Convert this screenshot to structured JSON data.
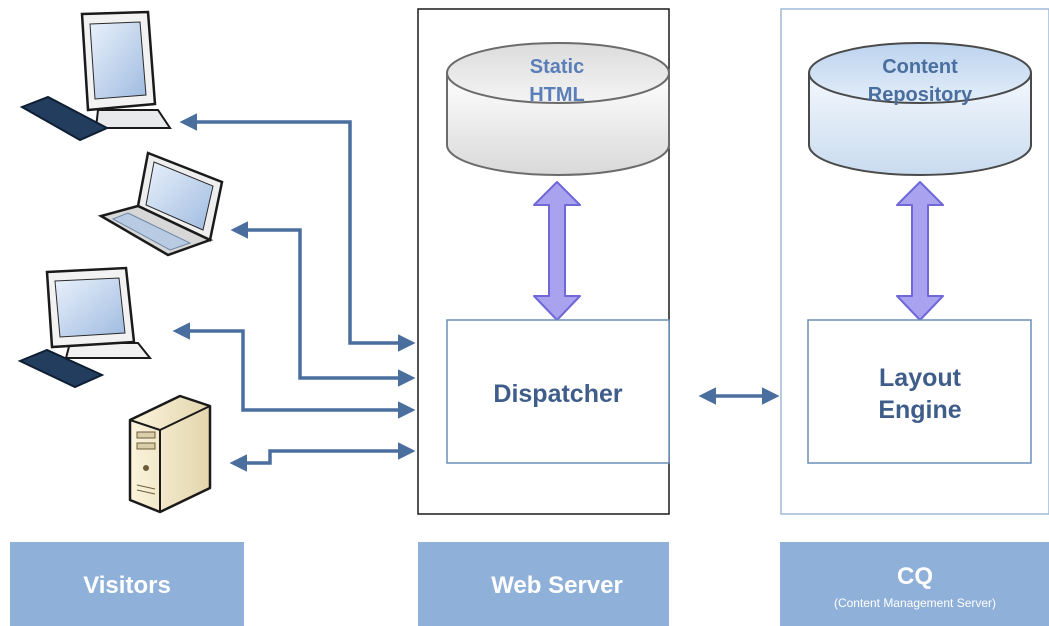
{
  "web_server": {
    "cylinder_lines": [
      "Static",
      "HTML"
    ],
    "box_label": "Dispatcher",
    "bar_label": "Web Server"
  },
  "cq": {
    "cylinder_lines": [
      "Content",
      "Repository"
    ],
    "box_lines": [
      "Layout",
      "Engine"
    ],
    "bar_label": "CQ",
    "bar_sublabel": "(Content Management Server)"
  },
  "visitors": {
    "bar_label": "Visitors",
    "devices": [
      "desktop-computer-icon",
      "laptop-icon",
      "desktop-computer-icon",
      "tower-server-icon"
    ]
  },
  "colors": {
    "bar": "#8fb0d8",
    "connector": "#4a6f9e",
    "sync_arrow_fill": "#a9a2ee",
    "sync_arrow_stroke": "#7068d8",
    "box_border": "#6a8fb8",
    "label_text": "#3f5d8a"
  }
}
